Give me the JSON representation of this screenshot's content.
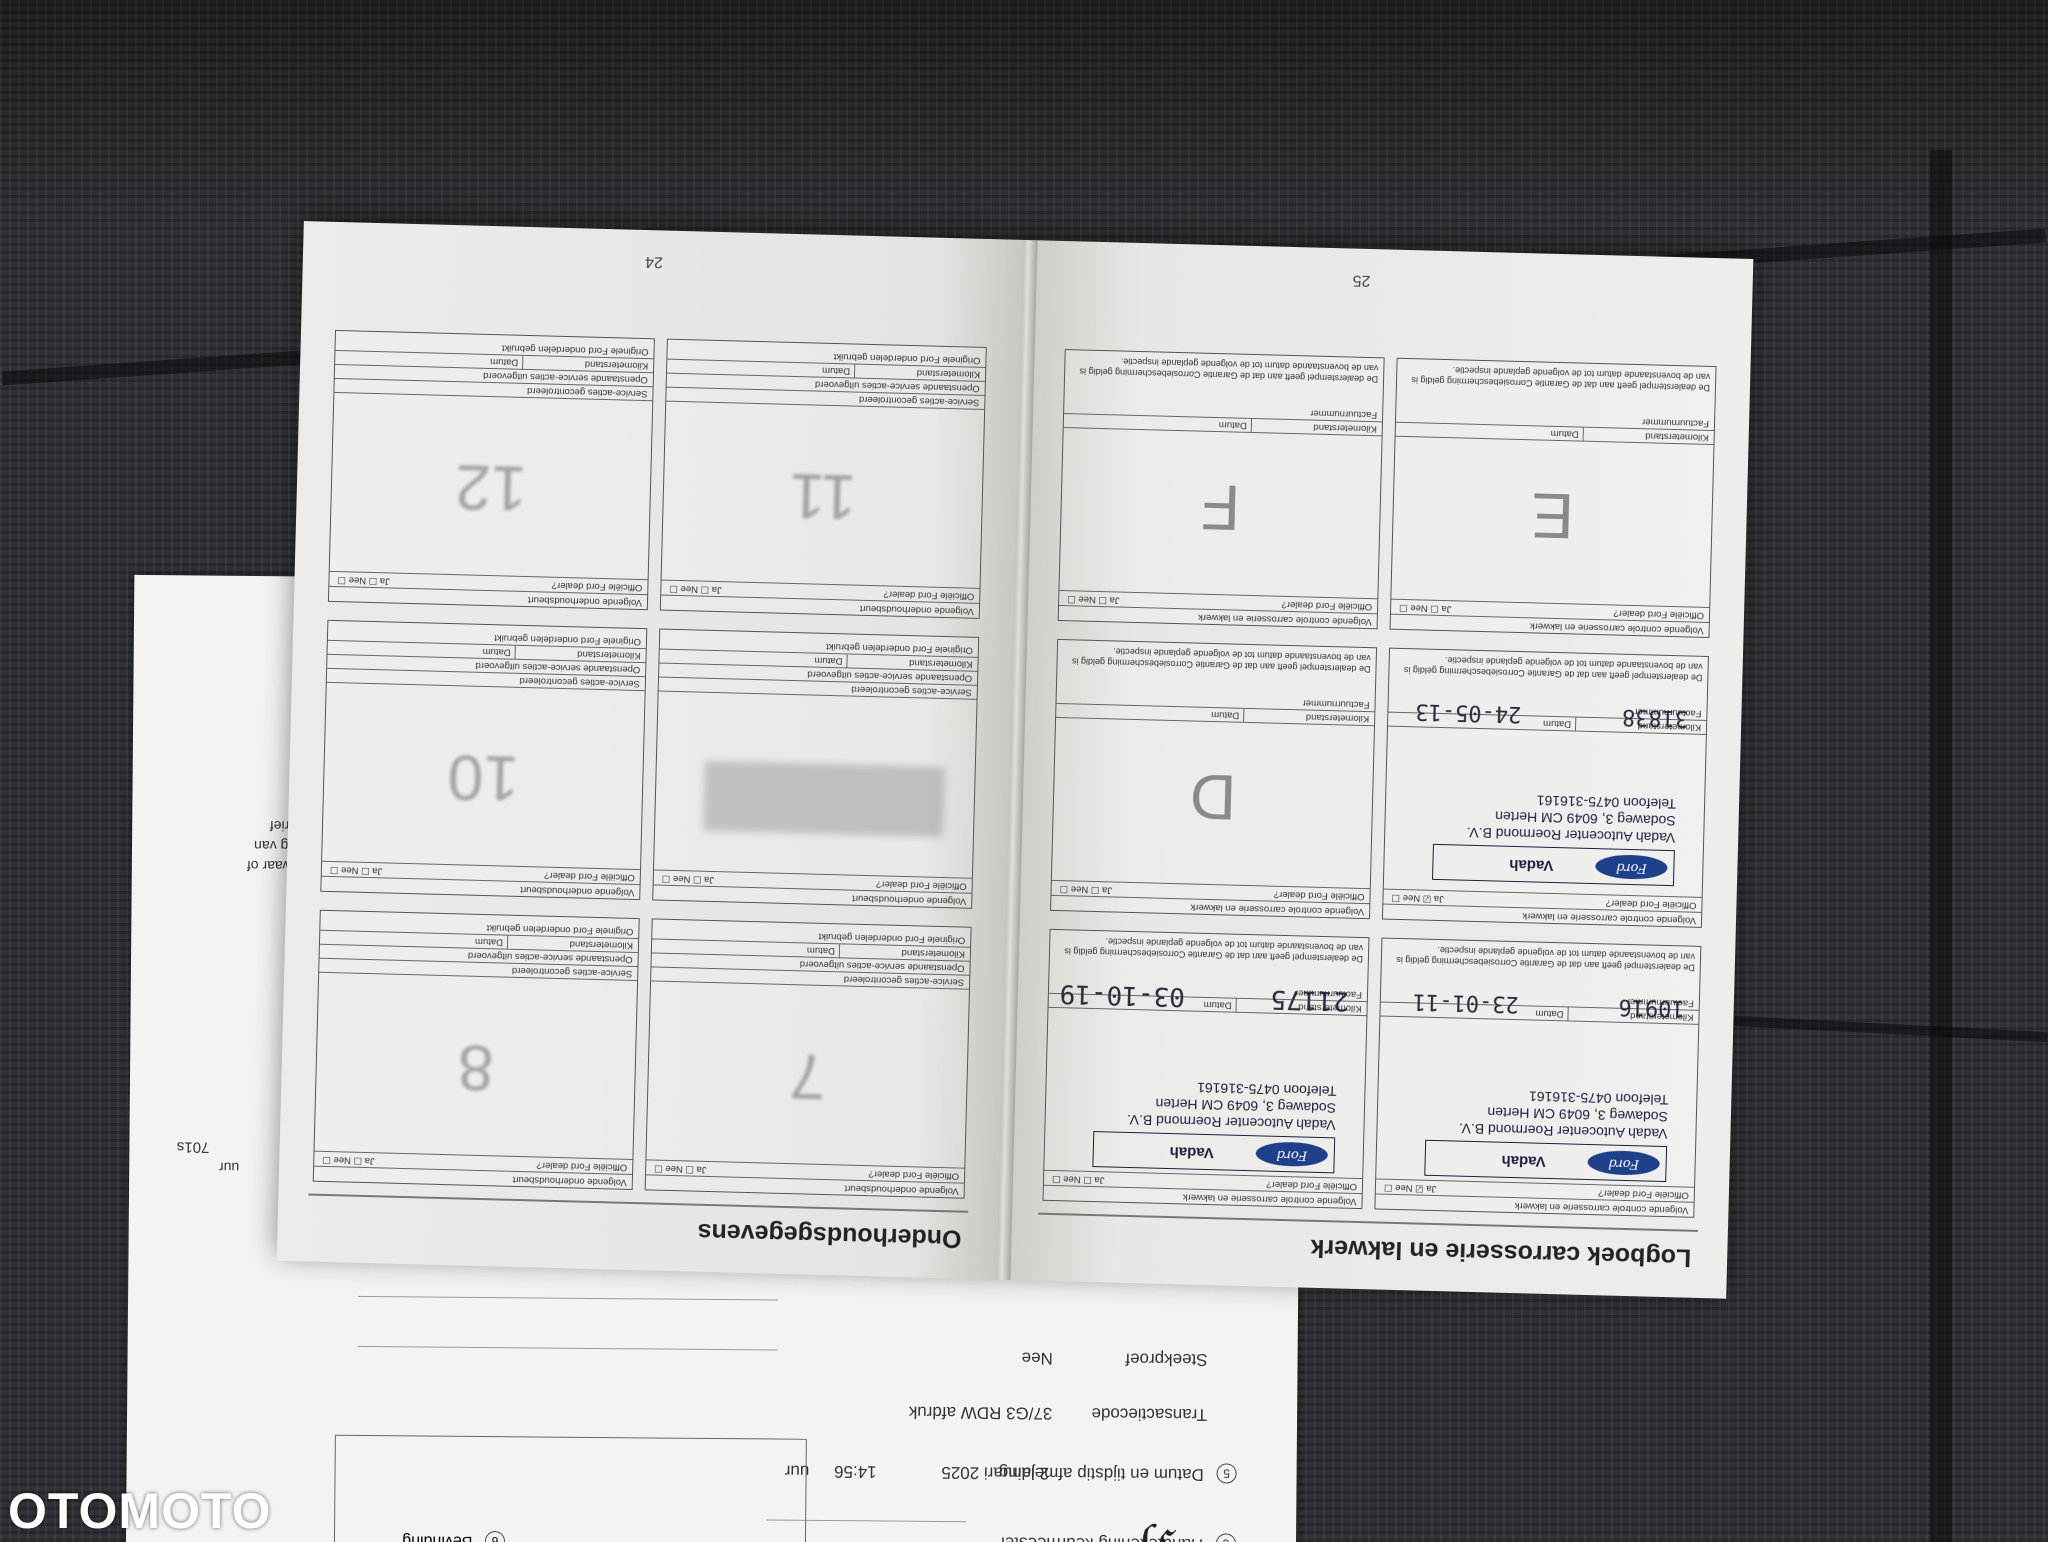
{
  "watermark": "OTOMOTO",
  "colors": {
    "seat_fabric": "#2f3236",
    "paper": "#ecebe7",
    "ford_blue": "#1e3f8a"
  },
  "booklet": {
    "left_page": {
      "title": "Logboek carrosserie en lakwerk",
      "page_number": "25",
      "cards": [
        {
          "heading": "Volgende controle carrosserie en lakwerk",
          "question": "Officiële Ford dealer?",
          "yes_no": "Ja ☑ Nee ☐",
          "stamp": {
            "logo": "Ford",
            "brand": "Vadah",
            "lines": [
              "Vadah Autocenter Roermond B.V.",
              "Sodaweg 3, 6049 CM Herten",
              "Telefoon 0475-316161"
            ]
          },
          "km_label": "Kilometerstand",
          "km_value": "10916",
          "date_label": "Datum",
          "date_value": "23-01-11",
          "invoice_label": "Factuurnummer",
          "footer": "De dealerstempel geeft aan dat de Garantie Corrosiebescherming geldig is van de bovenstaande datum tot de volgende geplande inspectie."
        },
        {
          "heading": "Volgende controle carrosserie en lakwerk",
          "question": "Officiële Ford dealer?",
          "yes_no": "Ja ☐ Nee ☐",
          "stamp": {
            "logo": "Ford",
            "brand": "Vadah",
            "lines": [
              "Vadah Autocenter Roermond B.V.",
              "Sodaweg 3, 6049 CM Herten",
              "Telefoon 0475-316161"
            ]
          },
          "km_label": "Kilometerstand",
          "km_value": "21175",
          "date_label": "Datum",
          "date_value": "03-10-19",
          "invoice_label": "Factuurnummer",
          "footer": "De dealerstempel geeft aan dat de Garantie Corrosiebescherming geldig is van de bovenstaande datum tot de volgende geplande inspectie."
        },
        {
          "heading": "Volgende controle carrosserie en lakwerk",
          "question": "Officiële Ford dealer?",
          "yes_no": "Ja ☑ Nee ☐",
          "stamp": {
            "logo": "Ford",
            "brand": "Vadah",
            "lines": [
              "Vadah Autocenter Roermond B.V.",
              "Sodaweg 3, 6049 CM Herten",
              "Telefoon 0475-316161"
            ]
          },
          "km_label": "Kilometerstand",
          "km_value": "31838",
          "date_label": "Datum",
          "date_value": "24-05-13",
          "invoice_label": "Factuurnummer",
          "footer": "De dealerstempel geeft aan dat de Garantie Corrosiebescherming geldig is van de bovenstaande datum tot de volgende geplande inspectie."
        },
        {
          "heading": "Volgende controle carrosserie en lakwerk",
          "question": "Officiële Ford dealer?",
          "yes_no": "Ja ☐ Nee ☐",
          "letter": "D",
          "km_label": "Kilometerstand",
          "date_label": "Datum",
          "invoice_label": "Factuurnummer",
          "footer": "De dealerstempel geeft aan dat de Garantie Corrosiebescherming geldig is van de bovenstaande datum tot de volgende geplande inspectie."
        },
        {
          "heading": "Volgende controle carrosserie en lakwerk",
          "question": "Officiële Ford dealer?",
          "yes_no": "Ja ☐ Nee ☐",
          "letter": "E",
          "km_label": "Kilometerstand",
          "date_label": "Datum",
          "invoice_label": "Factuurnummer",
          "footer": "De dealerstempel geeft aan dat de Garantie Corrosiebescherming geldig is van de bovenstaande datum tot de volgende geplande inspectie."
        },
        {
          "heading": "Volgende controle carrosserie en lakwerk",
          "question": "Officiële Ford dealer?",
          "yes_no": "Ja ☐ Nee ☐",
          "letter": "F",
          "km_label": "Kilometerstand",
          "date_label": "Datum",
          "invoice_label": "Factuurnummer",
          "footer": "De dealerstempel geeft aan dat de Garantie Corrosiebescherming geldig is van de bovenstaande datum tot de volgende geplande inspectie."
        }
      ]
    },
    "right_page": {
      "title": "Onderhoudsgegevens",
      "page_number": "24",
      "cards": [
        {
          "heading": "Volgende onderhoudsbeurt",
          "question": "Officiële Ford dealer?",
          "yes_no": "Ja ☐ Nee ☐",
          "letter": "7",
          "lines": [
            "Service-acties gecontroleerd",
            "Openstaande service-acties uitgevoerd",
            "Kilometerstand",
            "Originele Ford onderdelen gebruikt"
          ],
          "date_label": "Datum"
        },
        {
          "heading": "Volgende onderhoudsbeurt",
          "question": "Officiële Ford dealer?",
          "yes_no": "Ja ☐ Nee ☐",
          "letter": "8",
          "lines": [
            "Service-acties gecontroleerd",
            "Openstaande service-acties uitgevoerd",
            "Kilometerstand",
            "Originele Ford onderdelen gebruikt"
          ],
          "date_label": "Datum"
        },
        {
          "heading": "Volgende onderhoudsbeurt",
          "question": "Officiële Ford dealer?",
          "yes_no": "Ja ☐ Nee ☐",
          "letter": "",
          "lines": [
            "Service-acties gecontroleerd",
            "Openstaande service-acties uitgevoerd",
            "Kilometerstand",
            "Originele Ford onderdelen gebruikt"
          ],
          "date_label": "Datum"
        },
        {
          "heading": "Volgende onderhoudsbeurt",
          "question": "Officiële Ford dealer?",
          "yes_no": "Ja ☐ Nee ☐",
          "letter": "10",
          "lines": [
            "Service-acties gecontroleerd",
            "Openstaande service-acties uitgevoerd",
            "Kilometerstand",
            "Originele Ford onderdelen gebruikt"
          ],
          "date_label": "Datum"
        },
        {
          "heading": "Volgende onderhoudsbeurt",
          "question": "Officiële Ford dealer?",
          "yes_no": "Ja ☐ Nee ☐",
          "letter": "11",
          "lines": [
            "Service-acties gecontroleerd",
            "Openstaande service-acties uitgevoerd",
            "Kilometerstand",
            "Originele Ford onderdelen gebruikt"
          ],
          "date_label": "Datum"
        },
        {
          "heading": "Volgende onderhoudsbeurt",
          "question": "Officiële Ford dealer?",
          "yes_no": "Ja ☐ Nee ☐",
          "letter": "12",
          "lines": [
            "Service-acties gecontroleerd",
            "Openstaande service-acties uitgevoerd",
            "Kilometerstand",
            "Originele Ford onderdelen gebruikt"
          ],
          "date_label": "Datum"
        }
      ]
    }
  },
  "form": {
    "number_corner": "701s",
    "rows": [
      {
        "num": "6",
        "label": "Handtekening keurmeester",
        "value": ""
      },
      {
        "num": "5",
        "label": "Datum en tijdstip afmelding",
        "value": "2 januari 2025",
        "extra": "14:56",
        "extra_label": "uur"
      },
      {
        "label": "Transactiecode",
        "value": "37/G3 RDW afdruk"
      },
      {
        "label": "Steekproef",
        "value": "Nee"
      }
    ],
    "side_text": [
      "u in bezwaar of",
      "edkeuring van",
      "stelde tarief"
    ],
    "uur": "uur",
    "bevinding_num": "6",
    "bevinding": "Bevinding"
  }
}
